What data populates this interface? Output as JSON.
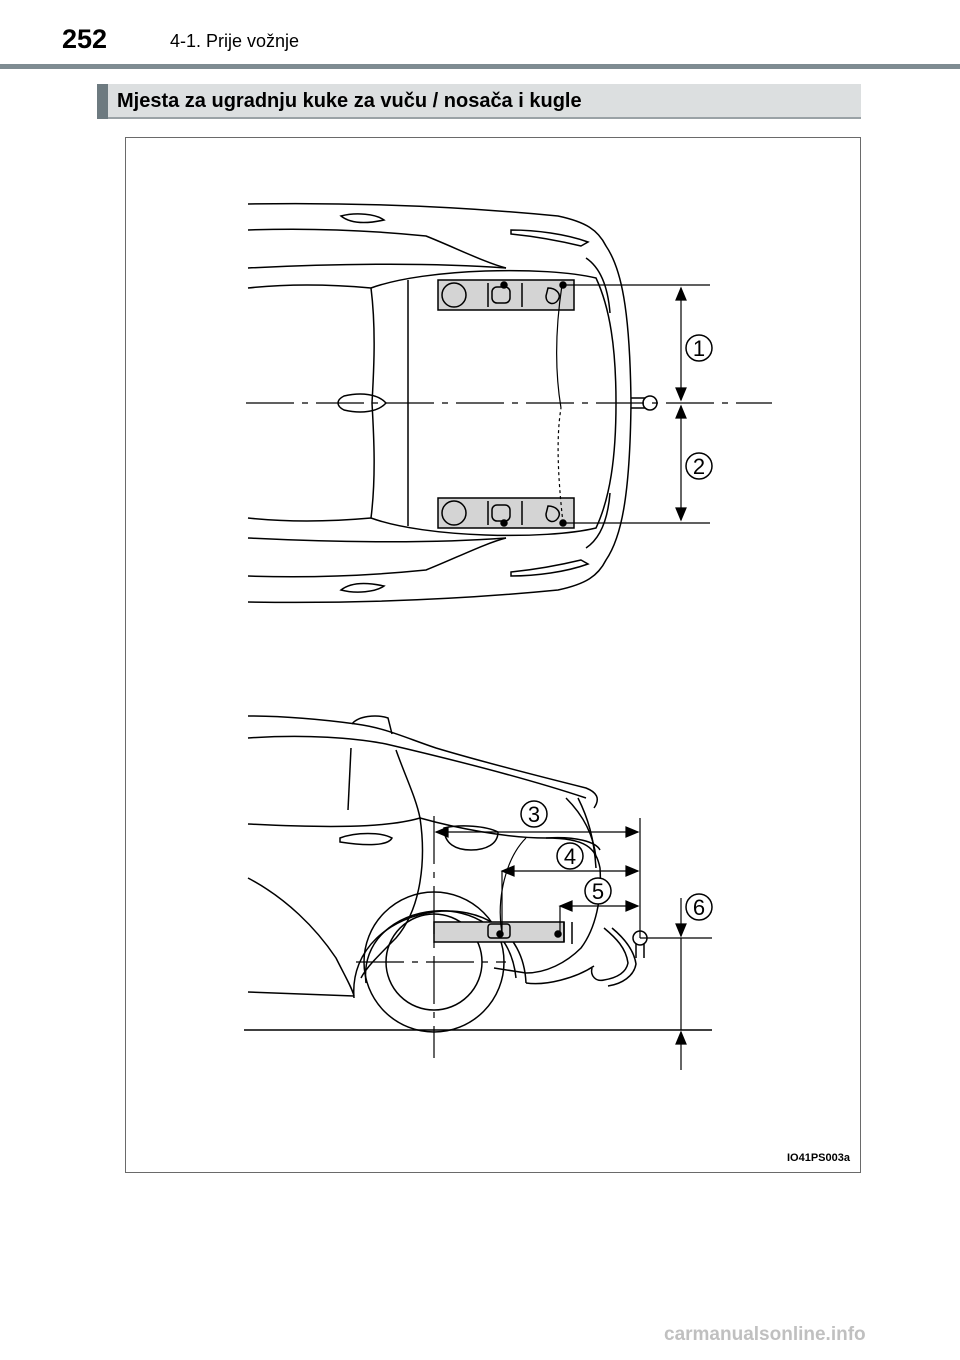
{
  "header": {
    "page_number": "252",
    "chapter": "4-1. Prije vožnje"
  },
  "section": {
    "title": "Mjesta za ugradnju kuke za vuču / nosača i kugle"
  },
  "figure": {
    "code": "IO41PS003a",
    "callouts": [
      "1",
      "2",
      "3",
      "4",
      "5",
      "6"
    ]
  },
  "watermark": "carmanualsonline.info"
}
